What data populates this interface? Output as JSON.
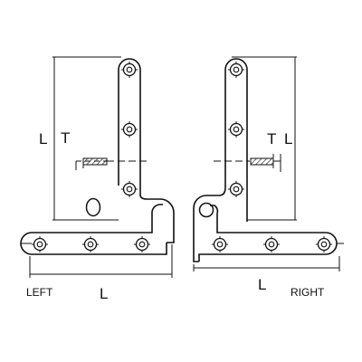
{
  "labels": {
    "left_caption": "LEFT",
    "right_caption": "RIGHT",
    "length_symbol": "L",
    "thickness_symbol": "T"
  },
  "colors": {
    "stroke": "#111111",
    "background": "#ffffff"
  }
}
